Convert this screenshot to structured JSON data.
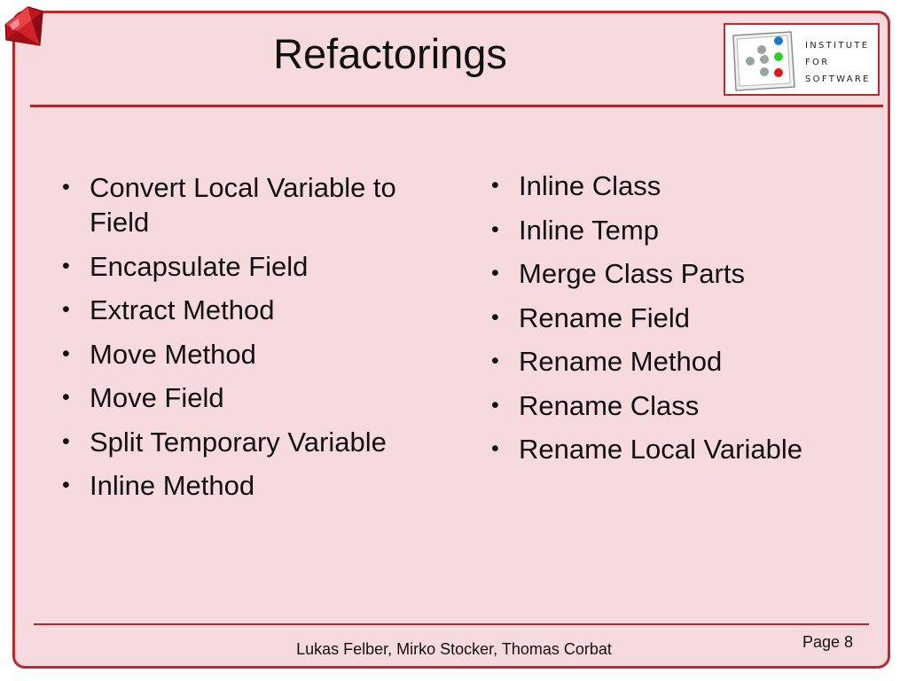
{
  "slide": {
    "title": "Refactorings",
    "logo": {
      "lines": [
        "INSTITUTE",
        "FOR",
        "SOFTWARE"
      ]
    },
    "left_column": [
      "Convert Local Variable to Field",
      "Encapsulate Field",
      "Extract Method",
      "Move Method",
      "Move Field",
      "Split Temporary Variable",
      "Inline Method"
    ],
    "right_column": [
      "Inline Class",
      "Inline Temp",
      "Merge Class Parts",
      "Rename Field",
      "Rename Method",
      "Rename Class",
      "Rename Local Variable"
    ],
    "footer": {
      "authors": "Lukas Felber, Mirko Stocker, Thomas Corbat",
      "page": "Page 8"
    },
    "colors": {
      "accent": "#c0272d",
      "background": "#f7dadd",
      "text": "#111111"
    },
    "icons": [
      "ruby-gem-icon",
      "institute-for-software-logo"
    ]
  }
}
